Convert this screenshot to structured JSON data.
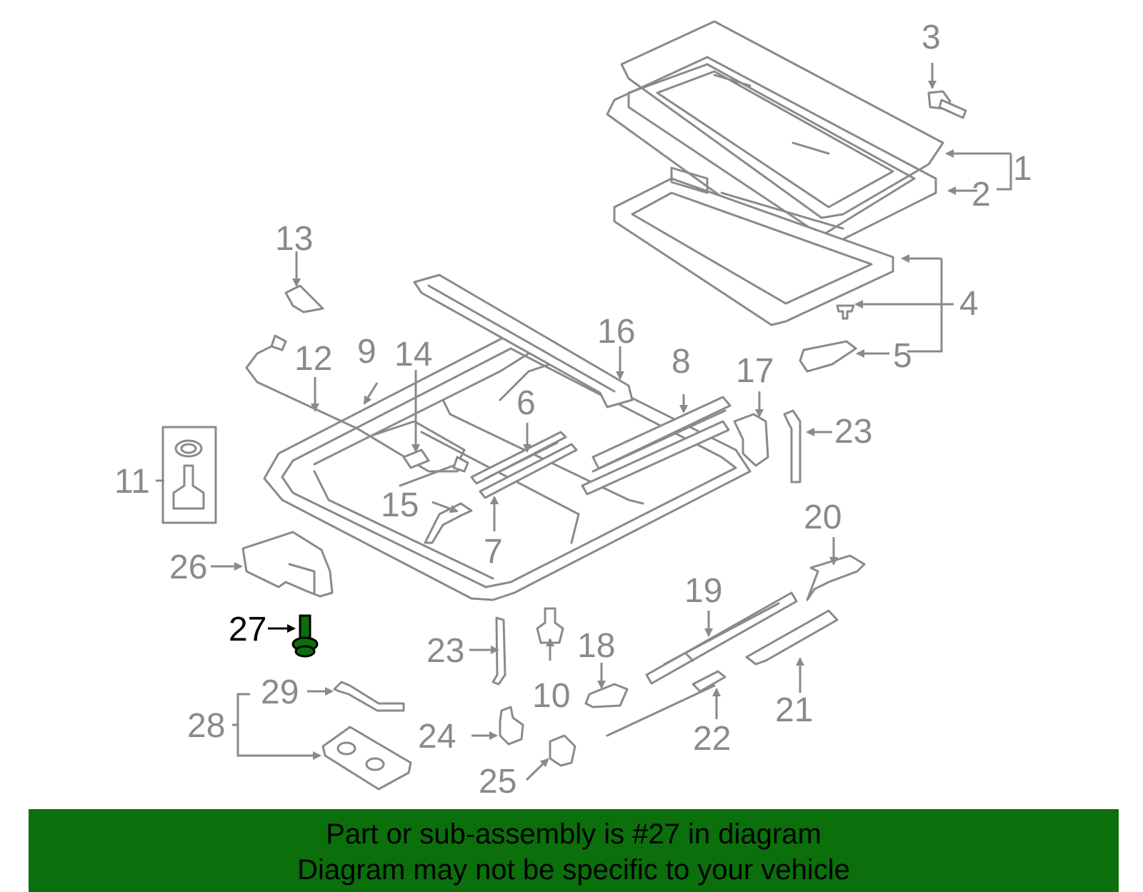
{
  "diagram": {
    "highlight_part": "27",
    "colors": {
      "line": "#8a8a8a",
      "highlight": "#0b6f0b",
      "banner": "#0b6f0b",
      "text_active": "#000000"
    },
    "callouts": [
      "1",
      "2",
      "3",
      "4",
      "5",
      "6",
      "7",
      "8",
      "9",
      "10",
      "11",
      "12",
      "13",
      "14",
      "15",
      "16",
      "17",
      "18",
      "19",
      "20",
      "21",
      "22",
      "23",
      "23",
      "24",
      "25",
      "26",
      "27",
      "28",
      "29"
    ]
  },
  "banner": {
    "line1": "Part or sub-assembly is #27 in diagram",
    "line2": "Diagram may not be specific to your vehicle"
  }
}
